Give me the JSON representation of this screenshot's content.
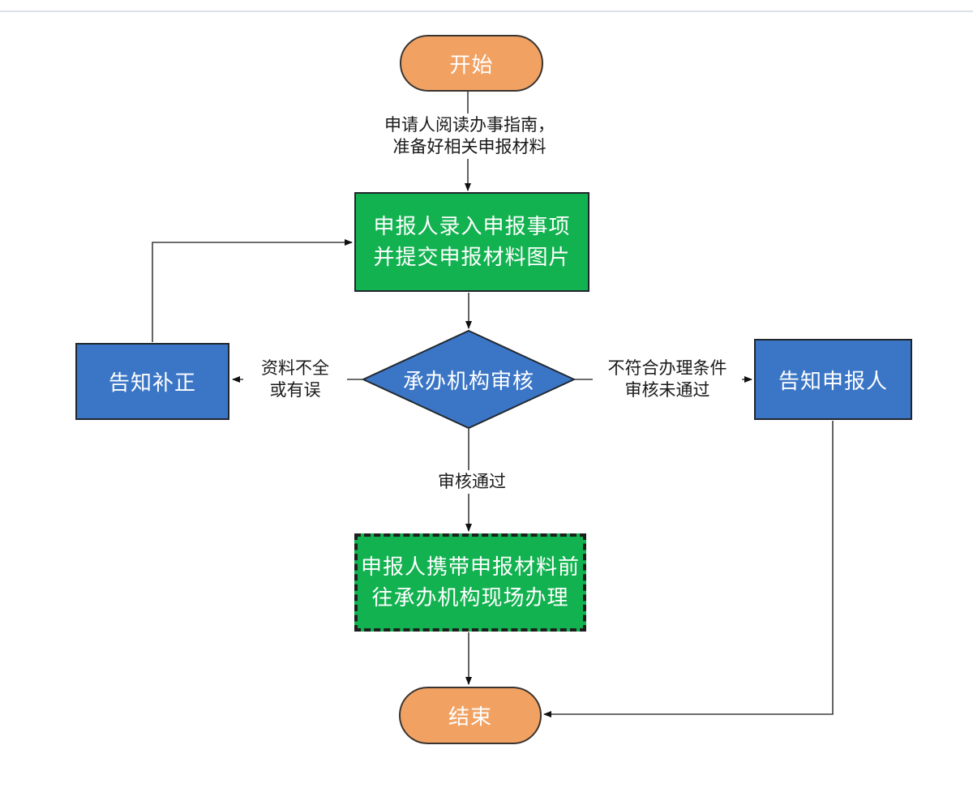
{
  "diagram": {
    "kind": "flowchart",
    "nodes": {
      "start": {
        "shape": "terminator",
        "color": "orange",
        "label": "开始"
      },
      "submit": {
        "shape": "process",
        "color": "green",
        "lines": [
          "申报人录入申报事项",
          "并提交申报材料图片"
        ]
      },
      "review": {
        "shape": "decision",
        "color": "blue",
        "label": "承办机构审核"
      },
      "notify_correction": {
        "shape": "process",
        "color": "blue",
        "label": "告知补正"
      },
      "notify_applicant": {
        "shape": "process",
        "color": "blue",
        "label": "告知申报人"
      },
      "onsite": {
        "shape": "process-dashed",
        "color": "green",
        "lines": [
          "申报人携带申报材料前",
          "往承办机构现场办理"
        ]
      },
      "end": {
        "shape": "terminator",
        "color": "orange",
        "label": "结束"
      }
    },
    "edge_labels": {
      "prepare": {
        "lines": [
          "申请人阅读办事指南，",
          "准备好相关申报材料"
        ]
      },
      "incomplete": {
        "lines": [
          "资料不全",
          "或有误"
        ]
      },
      "rejected": {
        "lines": [
          "不符合办理条件",
          "审核未通过"
        ]
      },
      "approved": {
        "label": "审核通过"
      }
    },
    "edges": [
      {
        "from": "start",
        "to": "submit",
        "label": "申请人阅读办事指南，准备好相关申报材料"
      },
      {
        "from": "submit",
        "to": "review",
        "label": ""
      },
      {
        "from": "review",
        "to": "notify_correction",
        "label": "资料不全或有误"
      },
      {
        "from": "notify_correction",
        "to": "submit",
        "label": ""
      },
      {
        "from": "review",
        "to": "notify_applicant",
        "label": "不符合办理条件审核未通过"
      },
      {
        "from": "review",
        "to": "onsite",
        "label": "审核通过"
      },
      {
        "from": "onsite",
        "to": "end",
        "label": ""
      },
      {
        "from": "notify_applicant",
        "to": "end",
        "label": ""
      }
    ],
    "colors": {
      "orange": "#f1a263",
      "green": "#12b250",
      "blue": "#3b76c6",
      "connector": "#3d3d3d",
      "shape_border": "#20262c",
      "node_text": "#ffffff",
      "label_text": "#1a1a1a",
      "top_rule": "#d9e2e9",
      "background": "#ffffff"
    }
  }
}
